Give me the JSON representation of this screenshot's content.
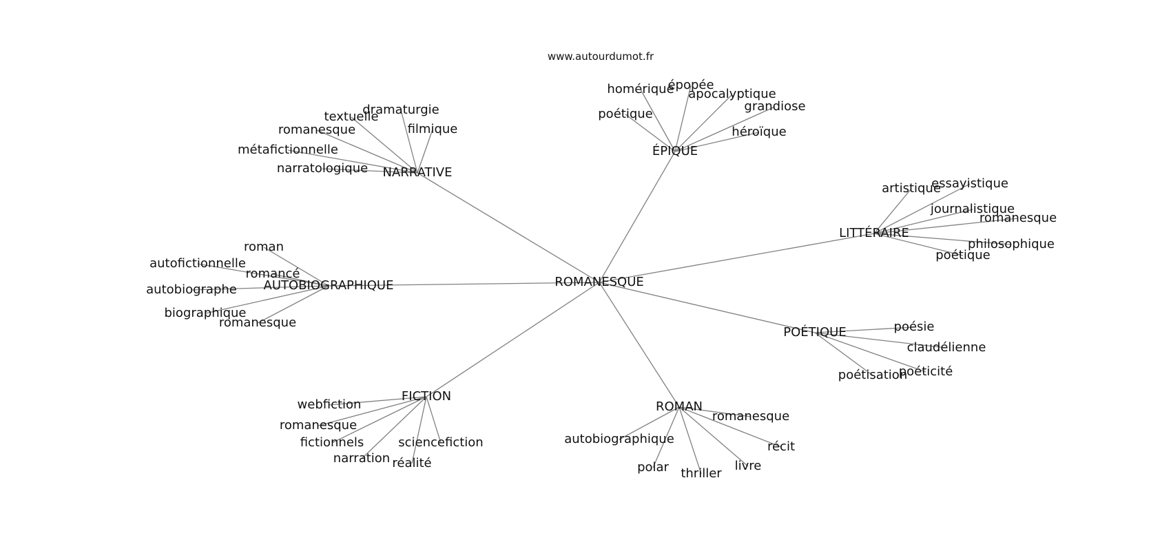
{
  "watermark": "www.autourdumot.fr",
  "colors": {
    "edge": "#808080",
    "text": "#111111",
    "background": "#ffffff"
  },
  "graph": {
    "center": "ROMANESQUE",
    "clusters": [
      {
        "label": "NARRATIVE",
        "leaves": [
          "dramaturgie",
          "textuelle",
          "romanesque",
          "filmique",
          "métafictionnelle",
          "narratologique"
        ]
      },
      {
        "label": "ÉPIQUE",
        "leaves": [
          "épopée",
          "homérique",
          "apocalyptique",
          "grandiose",
          "poétique",
          "héroïque"
        ]
      },
      {
        "label": "LITTÉRAIRE",
        "leaves": [
          "artistique",
          "essayistique",
          "journalistique",
          "romanesque",
          "philosophique",
          "poétique"
        ]
      },
      {
        "label": "AUTOBIOGRAPHIQUE",
        "leaves": [
          "roman",
          "autofictionnelle",
          "romancé",
          "autobiographe",
          "biographique",
          "romanesque"
        ]
      },
      {
        "label": "POÉTIQUE",
        "leaves": [
          "poésie",
          "claudélienne",
          "poéticité",
          "poétisation"
        ]
      },
      {
        "label": "FICTION",
        "leaves": [
          "webfiction",
          "romanesque",
          "fictionnels",
          "sciencefiction",
          "narration",
          "réalité"
        ]
      },
      {
        "label": "ROMAN",
        "leaves": [
          "romanesque",
          "autobiographique",
          "récit",
          "polar",
          "thriller",
          "livre"
        ]
      }
    ]
  }
}
